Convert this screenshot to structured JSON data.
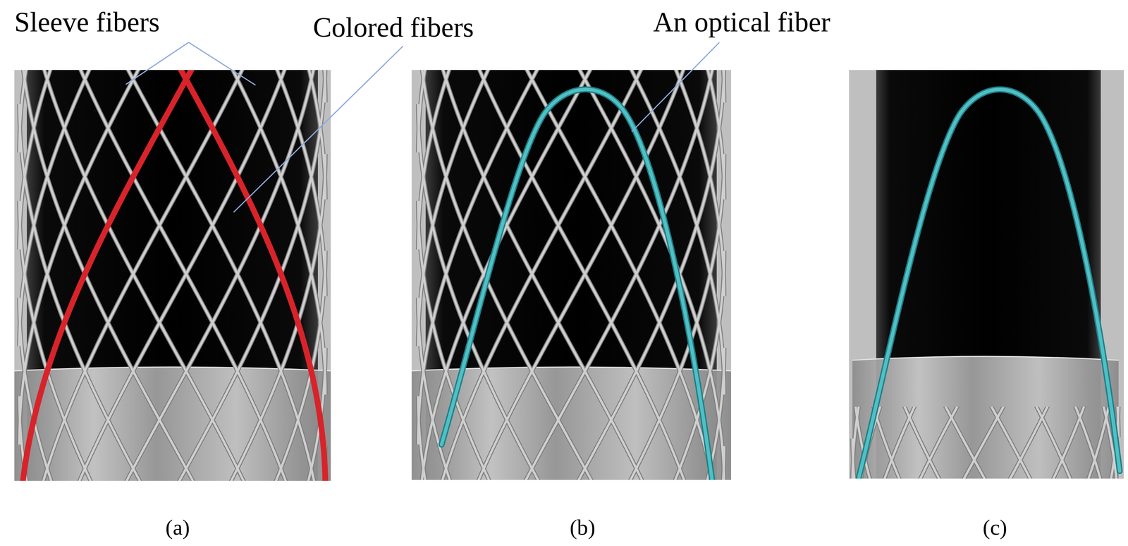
{
  "diagram": {
    "labels": [
      "Sleeve fibers",
      "Colored fibers",
      "An optical fiber",
      "(a)",
      "(b)",
      "(c)"
    ]
  }
}
